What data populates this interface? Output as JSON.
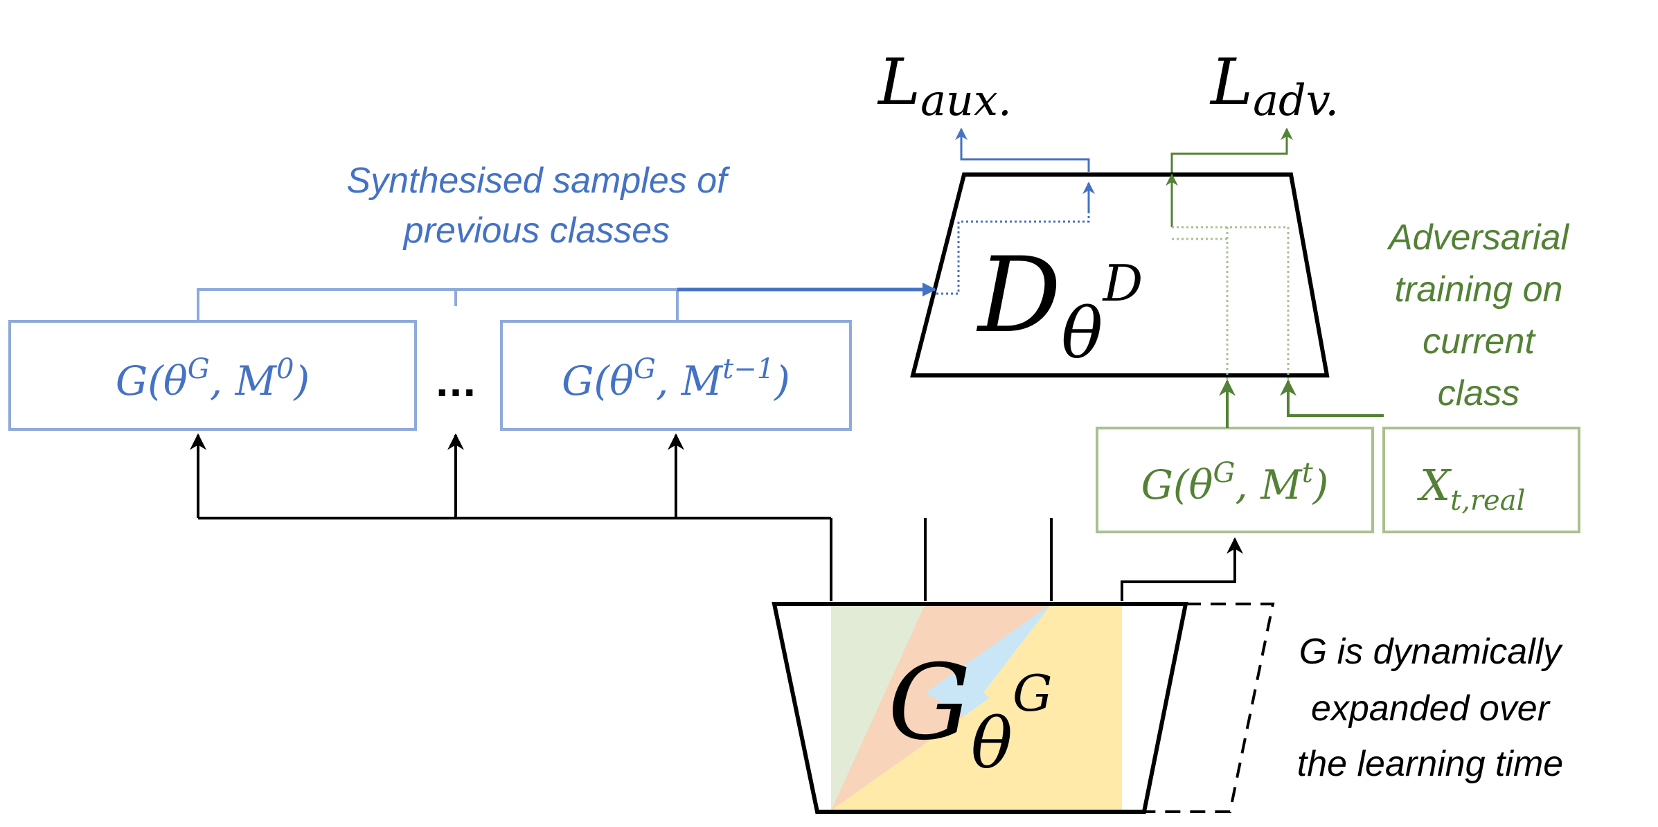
{
  "colors": {
    "blue": "#4472c4",
    "blue_light": "#8eaadb",
    "green": "#538135",
    "green_light": "#a9c08f",
    "black": "#000000",
    "overlay_green": "#c9dcb3",
    "overlay_red": "#f4b183",
    "overlay_blue": "#9dd3f0",
    "overlay_yellow": "#ffd966"
  },
  "losses": {
    "aux": {
      "base": "L",
      "sub": "aux."
    },
    "adv": {
      "base": "L",
      "sub": "adv."
    }
  },
  "discriminator": {
    "base": "D",
    "sub": "θ",
    "sup": "D"
  },
  "generator": {
    "base": "G",
    "sub": "θ",
    "sup": "G"
  },
  "annotations": {
    "synth_line1": "Synthesised samples of",
    "synth_line2": "previous classes",
    "adv_line1": "Adversarial",
    "adv_line2": "training on",
    "adv_line3": "current",
    "adv_line4": "class",
    "expand_line1": "G is dynamically",
    "expand_line2": "expanded over",
    "expand_line3": "the learning time"
  },
  "boxes": {
    "g_m0": {
      "pre": "G(θ",
      "sup1": "G",
      "mid": ", M",
      "sup2": "0",
      "post": ")"
    },
    "ellipsis": "...",
    "g_mt1": {
      "pre": "G(θ",
      "sup1": "G",
      "mid": ", M",
      "sup2": "t−1",
      "post": ")"
    },
    "g_mt": {
      "pre": "G(θ",
      "sup1": "G",
      "mid": ", M",
      "sup2": "t",
      "post": ")"
    },
    "x_real": {
      "base": "X",
      "sub": "t,real"
    }
  }
}
